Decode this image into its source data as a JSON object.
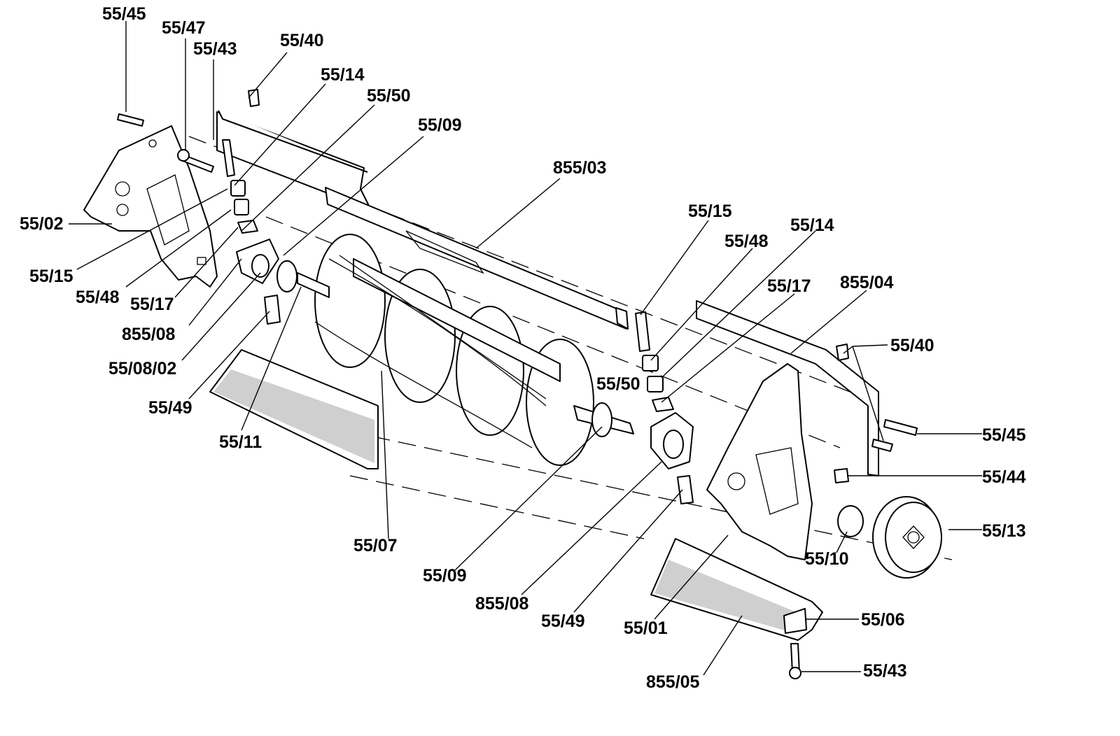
{
  "labels": {
    "l_55_45_top": "55/45",
    "l_55_47": "55/47",
    "l_55_43_top": "55/43",
    "l_55_40_top": "55/40",
    "l_55_14_left": "55/14",
    "l_55_50_left": "55/50",
    "l_55_09_top": "55/09",
    "l_855_03": "855/03",
    "l_55_02": "55/02",
    "l_55_15_left": "55/15",
    "l_55_48_left": "55/48",
    "l_55_17_left": "55/17",
    "l_855_08_left": "855/08",
    "l_55_08_02": "55/08/02",
    "l_55_49_left": "55/49",
    "l_55_11": "55/11",
    "l_55_07": "55/07",
    "l_55_09_bottom": "55/09",
    "l_855_08_bottom": "855/08",
    "l_55_49_bottom": "55/49",
    "l_55_01": "55/01",
    "l_855_05": "855/05",
    "l_55_15_right": "55/15",
    "l_55_48_right": "55/48",
    "l_55_14_right": "55/14",
    "l_55_17_right": "55/17",
    "l_855_04": "855/04",
    "l_55_50_right": "55/50",
    "l_55_40_right": "55/40",
    "l_55_45_right": "55/45",
    "l_55_44": "55/44",
    "l_55_13": "55/13",
    "l_55_10": "55/10",
    "l_55_06": "55/06",
    "l_55_43_bottom": "55/43"
  }
}
